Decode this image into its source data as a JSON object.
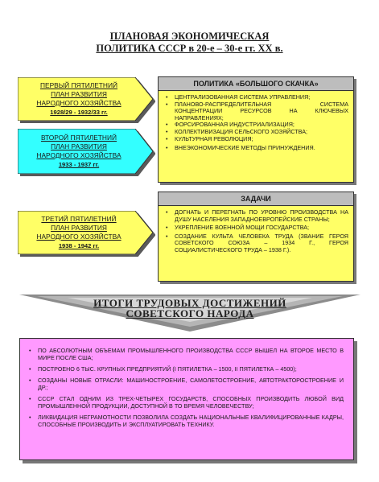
{
  "title": {
    "line1": "ПЛАНОВАЯ ЭКОНОМИЧЕСКАЯ",
    "line2": "ПОЛИТИКА СССР в 20-е – 30-е гг. ХХ в."
  },
  "plans": [
    {
      "line1": "ПЕРВЫЙ ПЯТИЛЕТНИЙ",
      "line2": "ПЛАН РАЗВИТИЯ",
      "line3": "НАРОДНОГО ХОЗЯЙСТВА",
      "years": "1928/29 - 1932/33 гг.",
      "color": "#ffff66"
    },
    {
      "line1": "ВТОРОЙ ПЯТИЛЕТНИЙ",
      "line2": "ПЛАН РАЗВИТИЯ",
      "line3": "НАРОДНОГО ХОЗЯЙСТВА",
      "years": "1933 - 1937 гг.",
      "color": "#33ffff"
    },
    {
      "line1": "ТРЕТИЙ ПЯТИЛЕТНИЙ",
      "line2": "ПЛАН РАЗВИТИЯ",
      "line3": "НАРОДНОГО ХОЗЯЙСТВА",
      "years": "1938 - 1942 гг.",
      "color": "#ffff66"
    }
  ],
  "policy": {
    "heading": "ПОЛИТИКА «БОЛЬШОГО СКАЧКА»",
    "items": [
      "ЦЕНТРАЛИЗОВАННАЯ СИСТЕМА УПРАВЛЕНИЯ;",
      "ПЛАНОВО-РАСПРЕДЕЛИТЕЛЬНАЯ СИСТЕМА КОНЦЕНТРАЦИИ РЕСУРСОВ НА КЛЮЧЕВЫХ НАПРАВЛЕНИЯХ;",
      "ФОРСИРОВАННАЯ ИНДУСТРИАЛИЗАЦИЯ;",
      "КОЛЛЕКТИВИЗАЦИЯ СЕЛЬСКОГО ХОЗЯЙСТВА;",
      "КУЛЬТУРНАЯ РЕВОЛЮЦИЯ;",
      "ВНЕЭКОНОМИЧЕСКИЕ МЕТОДЫ ПРИНУЖДЕНИЯ."
    ]
  },
  "tasks": {
    "heading": "ЗАДАЧИ",
    "items": [
      "ДОГНАТЬ И ПЕРЕГНАТЬ ПО УРОВНЮ ПРОИЗВОДСТВА НА ДУШУ НАСЕЛЕНИЯ ЗАПАДНОЕВРОПЕЙСКИЕ СТРАНЫ;",
      "УКРЕПЛЕНИЕ ВОЕННОЙ МОЩИ ГОСУДАРСТВА;",
      "СОЗДАНИЕ КУЛЬТА ЧЕЛОВЕКА ТРУДА (ЗВАНИЕ ГЕРОЯ СОВЕТСКОГО СОЮЗА – 1934 г., ГЕРОЯ СОЦИАЛИСТИЧЕСКОГО ТРУДА – 1938 г.)."
    ]
  },
  "banner": {
    "line1": "ИТОГИ ТРУДОВЫХ ДОСТИЖЕНИЙ",
    "line2": "СОВЕТСКОГО НАРОДА"
  },
  "results": {
    "items": [
      "ПО АБСОЛЮТНЫМ ОБЪЕМАМ ПРОМЫШЛЕННОГО ПРОИЗВОДСТВА СССР ВЫШЕЛ НА ВТОРОЕ МЕСТО В МИРЕ ПОСЛЕ США;",
      "ПОСТРОЕНО 6 тыс. КРУПНЫХ ПРЕДПРИЯТИЙ (I ПЯТИЛЕТКА – 1500, II ПЯТИЛЕТКА – 4500);",
      "СОЗДАНЫ НОВЫЕ ОТРАСЛИ: МАШИНОСТРОЕНИЕ, САМОЛЕТОСТРОЕНИЕ, АВТОТРАКТОРОСТРОЕНИЕ и др.;",
      "СССР СТАЛ ОДНИМ ИЗ ТРЕХ-ЧЕТЫРЕХ ГОСУДАРСТВ, СПОСОБНЫХ ПРОИЗВОДИТЬ ЛЮБОЙ ВИД ПРОМЫШЛЕННОЙ ПРОДУКЦИИ, ДОСТУПНОЙ В ТО ВРЕМЯ ЧЕЛОВЕЧЕСТВУ;",
      "ЛИКВИДАЦИЯ НЕГРАМОТНОСТИ ПОЗВОЛИЛА СОЗДАТЬ НАЦИОНАЛЬНЫЕ КВАЛИФИЦИРОВАННЫЕ КАДРЫ, СПОСОБНЫЕ ПРОИЗВОДИТЬ И ЭКСПЛУАТИРОВАТЬ ТЕХНИКУ."
    ]
  },
  "colors": {
    "yellow": "#ffff66",
    "cyan": "#33ffff",
    "pink": "#ff99ff",
    "header_gray": "#bdbdbd"
  }
}
